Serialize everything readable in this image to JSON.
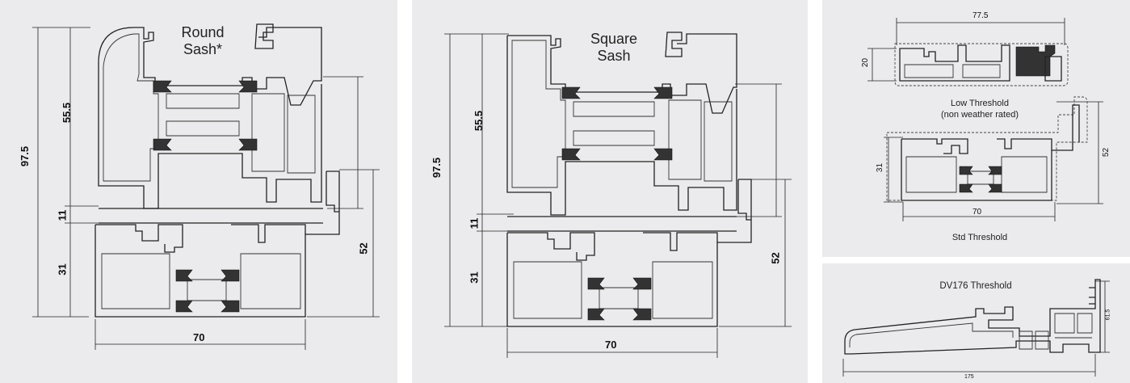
{
  "panels": {
    "round": {
      "title": "Round\nSash*",
      "dims": {
        "height_total": "97.5",
        "sash": "55.5",
        "gap": "11",
        "frame": "31",
        "side": "52",
        "width": "70"
      }
    },
    "square": {
      "title": "Square\nSash",
      "dims": {
        "height_total": "97.5",
        "sash": "55.5",
        "gap": "11",
        "frame": "31",
        "side": "52",
        "width": "70"
      }
    },
    "low_threshold": {
      "title": "Low Threshold",
      "subtitle": "(non weather rated)",
      "dims": {
        "width": "77.5",
        "height": "20"
      }
    },
    "std_threshold": {
      "title": "Std Threshold",
      "dims": {
        "height": "31",
        "side": "52",
        "width": "70"
      }
    },
    "dv176": {
      "title": "DV176 Threshold",
      "dims": {
        "width": "175",
        "height": "61.5"
      }
    }
  },
  "colors": {
    "panel_bg": "#ebebed",
    "line": "#222222",
    "gasket": "#333333"
  }
}
